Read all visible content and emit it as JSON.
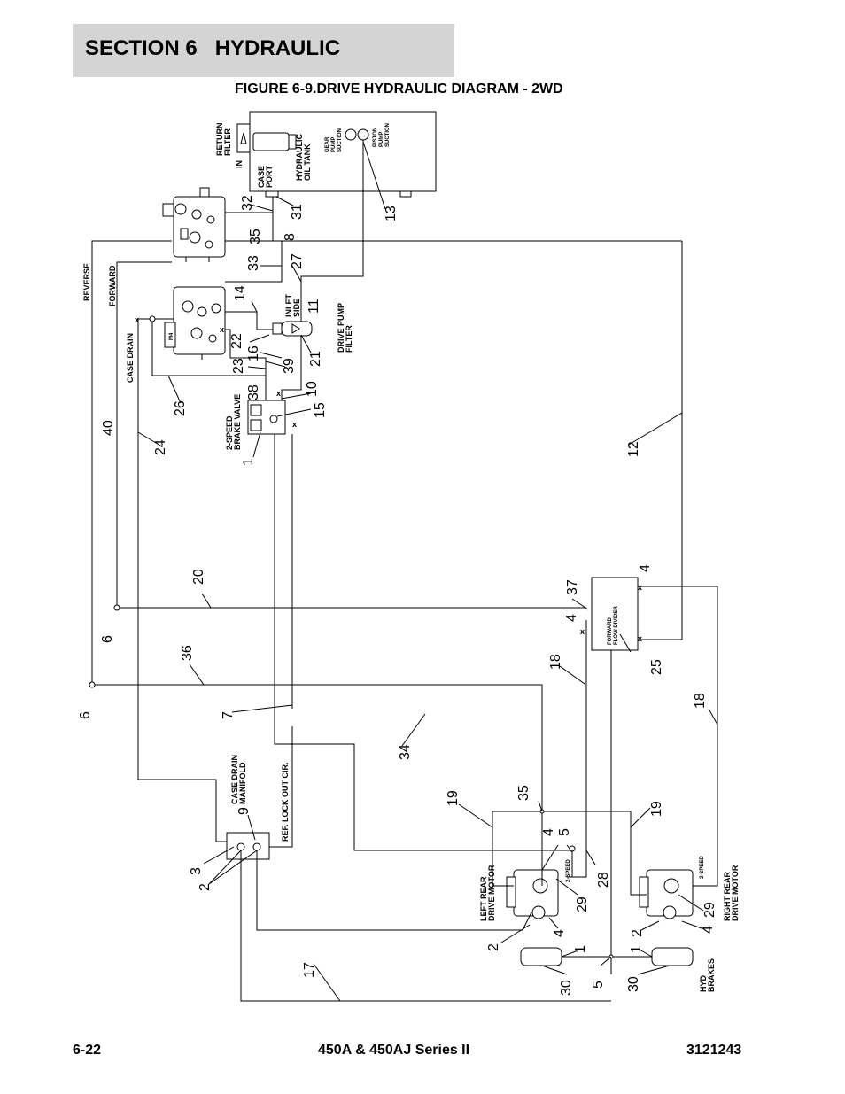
{
  "header": {
    "section": "SECTION 6",
    "title": "HYDRAULIC"
  },
  "figure_title": "FIGURE 6-9.DRIVE HYDRAULIC DIAGRAM - 2WD",
  "footer": {
    "page": "6-22",
    "model": "450A & 450AJ Series II",
    "doc_number": "3121243"
  },
  "diagram": {
    "tank": {
      "return_filter": [
        "RETURN",
        "FILTER"
      ],
      "in": "IN",
      "case_port": [
        "CASE",
        "PORT"
      ],
      "tank": [
        "HYDRAULIC",
        "OIL TANK"
      ],
      "gear_pump_suction": [
        "GEAR",
        "PUMP",
        "SUCTION"
      ],
      "piston_pump_suction": [
        "PISTON",
        "PUMP",
        "SUCTION"
      ]
    },
    "reverse": "REVERSE",
    "forward": "FORWARD",
    "case_drain": "CASE DRAIN",
    "inlet_side": [
      "INLET",
      "SIDE"
    ],
    "drive_pump_filter": [
      "DRIVE PUMP",
      "FILTER"
    ],
    "brake_valve": [
      "2-SPEED",
      "BRAKE VALVE"
    ],
    "flow_divider": [
      "FORWARD",
      "FLOW DIVIDER"
    ],
    "case_drain_manifold": [
      "CASE DRAIN",
      "MANIFOLD"
    ],
    "ref_lock_out": "REF. LOCK OUT CIR.",
    "left_motor": [
      "LEFT REAR",
      "DRIVE MOTOR"
    ],
    "right_motor": [
      "RIGHT REAR",
      "DRIVE MOTOR"
    ],
    "hyd_brakes": [
      "HYD",
      "BRAKES"
    ],
    "two_speed_tag": "2-SPEED",
    "callouts": [
      "32",
      "31",
      "35",
      "8",
      "33",
      "27",
      "13",
      "14",
      "11",
      "22",
      "16",
      "21",
      "23",
      "39",
      "38",
      "10",
      "15",
      "1",
      "26",
      "24",
      "40",
      "12",
      "20",
      "6",
      "36",
      "6",
      "7",
      "37",
      "4",
      "18",
      "25",
      "4",
      "18",
      "34",
      "19",
      "35",
      "19",
      "9",
      "3",
      "2",
      "4",
      "5",
      "28",
      "29",
      "2",
      "4",
      "1",
      "30",
      "5",
      "30",
      "1",
      "2",
      "4",
      "29",
      "17"
    ]
  }
}
